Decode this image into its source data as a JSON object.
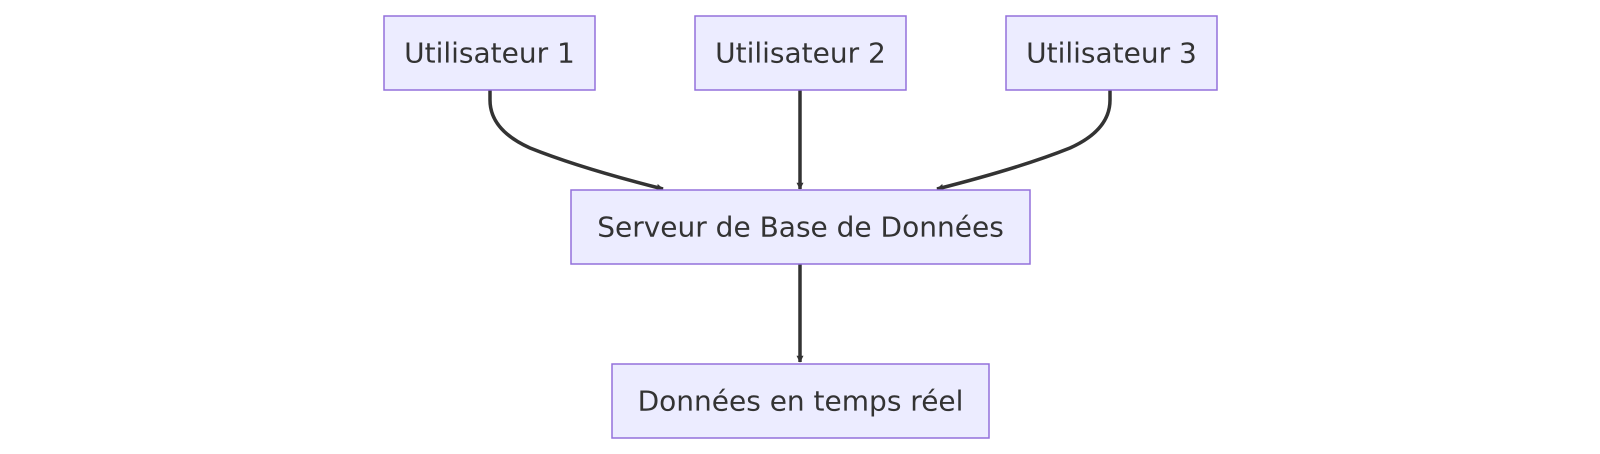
{
  "colors": {
    "node_fill": "#ececff",
    "node_stroke": "#9370db",
    "edge": "#333333",
    "text": "#333333",
    "background": "#ffffff"
  },
  "nodes": {
    "user1": {
      "label": "Utilisateur 1"
    },
    "user2": {
      "label": "Utilisateur 2"
    },
    "user3": {
      "label": "Utilisateur 3"
    },
    "server": {
      "label": "Serveur de Base de Données"
    },
    "realtime": {
      "label": "Données en temps réel"
    }
  },
  "edges": [
    {
      "from": "user1",
      "to": "server"
    },
    {
      "from": "user2",
      "to": "server"
    },
    {
      "from": "user3",
      "to": "server"
    },
    {
      "from": "server",
      "to": "realtime"
    }
  ]
}
